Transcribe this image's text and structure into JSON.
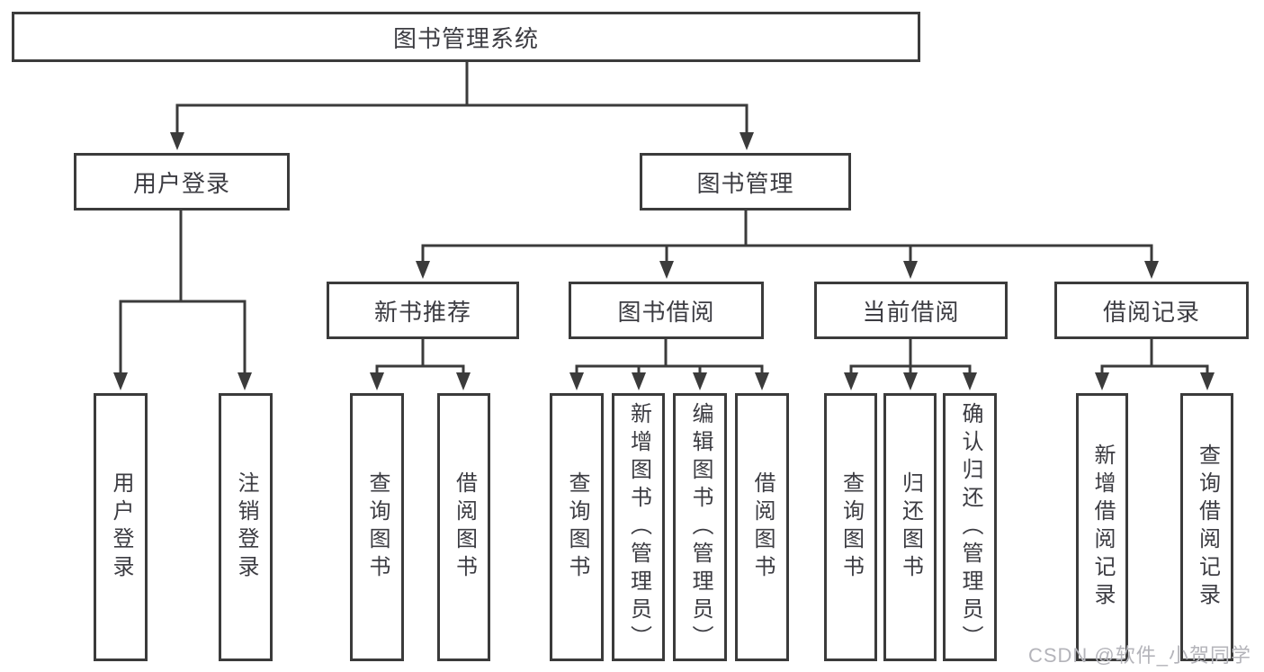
{
  "diagram_title": "图书管理系统",
  "tree": {
    "label": "图书管理系统",
    "children": [
      {
        "label": "用户登录",
        "children": [
          {
            "label": "用户登录"
          },
          {
            "label": "注销登录"
          }
        ]
      },
      {
        "label": "图书管理",
        "children": [
          {
            "label": "新书推荐",
            "children": [
              {
                "label": "查询图书"
              },
              {
                "label": "借阅图书"
              }
            ]
          },
          {
            "label": "图书借阅",
            "children": [
              {
                "label": "查询图书"
              },
              {
                "label": "新增图书（管理员）"
              },
              {
                "label": "编辑图书（管理员）"
              },
              {
                "label": "借阅图书"
              }
            ]
          },
          {
            "label": "当前借阅",
            "children": [
              {
                "label": "查询图书"
              },
              {
                "label": "归还图书"
              },
              {
                "label": "确认归还（管理员）"
              }
            ]
          },
          {
            "label": "借阅记录",
            "children": [
              {
                "label": "新增借阅记录"
              },
              {
                "label": "查询借阅记录"
              }
            ]
          }
        ]
      }
    ]
  },
  "watermark": {
    "text": "CSDN @软件_小贺同学"
  },
  "colors": {
    "stroke": "#3b3b3b",
    "text": "#3c3c42",
    "watermark": "#b4b4ba",
    "background": "#ffffff"
  }
}
